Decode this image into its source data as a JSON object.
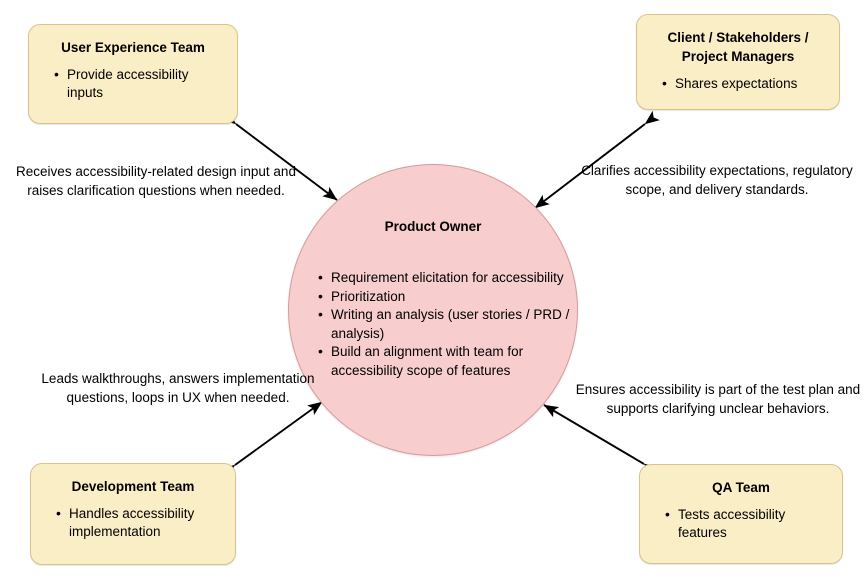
{
  "diagram": {
    "title": "Product Owner accessibility collaboration map",
    "colors": {
      "node_fill": "#faeec7",
      "node_border": "#d8c48a",
      "center_fill": "#f7cdcd",
      "center_border": "#d79a9a",
      "arrow": "#000000",
      "text": "#000000",
      "background": "#ffffff"
    },
    "center": {
      "label": "Product Owner",
      "responsibilities": [
        "Requirement elicitation for accessibility",
        "Prioritization",
        "Writing an analysis (user stories /  PRD / analysis)",
        "Build an alignment with team for accessibility scope of features"
      ]
    },
    "nodes": [
      {
        "id": "ux",
        "title": "User Experience Team",
        "items": [
          "Provide accessibility inputs"
        ]
      },
      {
        "id": "client",
        "title": "Client / Stakeholders / Project Managers",
        "items": [
          "Shares expectations"
        ]
      },
      {
        "id": "dev",
        "title": "Development Team",
        "items": [
          "Handles accessibility implementation"
        ]
      },
      {
        "id": "qa",
        "title": "QA Team",
        "items": [
          "Tests accessibility features"
        ]
      }
    ],
    "edges": [
      {
        "id": "ux",
        "between": "User Experience Team ↔ Product Owner",
        "label": "Receives accessibility-related design input and raises clarification questions when needed.",
        "arrowheads": "both"
      },
      {
        "id": "client",
        "between": "Client / Stakeholders / Project Managers ↔ Product Owner",
        "label": "Clarifies accessibility expectations, regulatory scope, and delivery standards.",
        "arrowheads": "both"
      },
      {
        "id": "dev",
        "between": "Development Team ↔ Product Owner",
        "label": "Leads walkthroughs, answers implementation questions, loops in UX when needed.",
        "arrowheads": "both"
      },
      {
        "id": "qa",
        "between": "QA Team ↔ Product Owner",
        "label": "Ensures accessibility is part of the test plan and supports clarifying unclear behaviors.",
        "arrowheads": "both"
      }
    ]
  }
}
